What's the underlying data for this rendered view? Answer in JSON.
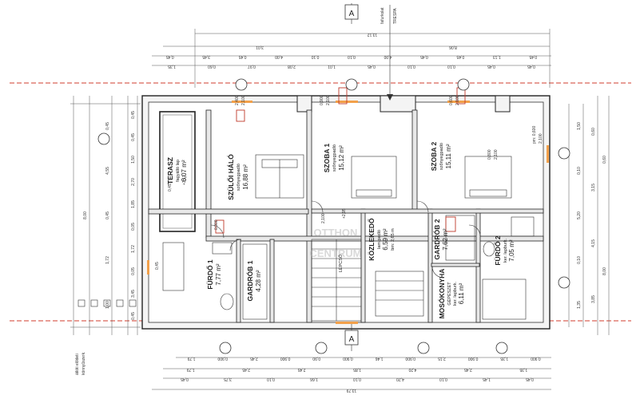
{
  "header": {
    "section_label": "A",
    "stair_label": "fafurkolat",
    "stair_label_2": "TRESPA"
  },
  "footer": {
    "note_1": "átlóti elődeti",
    "note_2": "könnyűszerk."
  },
  "watermark": {
    "line_1": "OTTHON",
    "line_2": "CENTRUM"
  },
  "rooms": [
    {
      "id": "terasz",
      "name": "TERASZ",
      "finish": "fagyálló lap",
      "area": "6,07 m²"
    },
    {
      "id": "szuloi",
      "name": "SZÜLŐI HÁLÓ",
      "finish": "szőnyegpadló",
      "area": "16,88 m²"
    },
    {
      "id": "szoba1",
      "name": "SZOBA 1",
      "finish": "szőnyegpadló",
      "area": "15,12 m²"
    },
    {
      "id": "szoba2",
      "name": "SZOBA 2",
      "finish": "szőnyegpadló",
      "area": "15,11 m²"
    },
    {
      "id": "furdo1",
      "name": "FÜRDŐ 1",
      "finish": "",
      "area": "7,77 m²"
    },
    {
      "id": "gardrob1",
      "name": "GARDRÓB 1",
      "finish": "",
      "area": "4,28 m²"
    },
    {
      "id": "lepcso",
      "name": "LÉPCSŐ",
      "finish": "",
      "area": ""
    },
    {
      "id": "kozlekedo",
      "name": "KÖZLEKEDŐ",
      "finish": "lam.padló",
      "area": "6,59 m²",
      "extra": "bm: 2,65 m"
    },
    {
      "id": "gardrob2",
      "name": "GARDRÓB 2",
      "finish": "",
      "area": "7,62 m²"
    },
    {
      "id": "mosokonyha",
      "name": "MOSÓKONYHA",
      "finish": "ker. lapburk.",
      "area": "6,11 m²",
      "extra": "GÉPÉSZET"
    },
    {
      "id": "furdo2",
      "name": "FÜRDŐ 2",
      "finish": "ker. lapburk.",
      "area": "7,05 m²"
    }
  ],
  "top_dimensions": {
    "row1": [
      "13,12"
    ],
    "row2": [
      "3,01",
      "8,06"
    ],
    "row3": [
      "0,45",
      "3,45",
      "0,45",
      "4,00",
      "0,10",
      "0,10",
      "4,00",
      "0,45",
      "0,45",
      "1,13",
      "0,45"
    ],
    "row4": [
      "1,35",
      "0,60",
      "0,97",
      "2,08",
      "1,01",
      "0,45",
      "0,10",
      "0,10",
      "0,45",
      "0,45"
    ]
  },
  "bottom_dimensions": {
    "row1": [
      "1,79",
      "0,900",
      "2,45",
      "0,900",
      "0,90",
      "0,900",
      "1,46",
      "0,900",
      "2,15",
      "0,900",
      "1,35",
      "0,900"
    ],
    "row2": [
      "1,79",
      "2,45",
      "2,45",
      "1,85",
      "4,20",
      "2,45",
      "1,35"
    ],
    "row3": [
      "0,45",
      "3,75",
      "0,10",
      "1,66",
      "0,10",
      "4,20",
      "0,10",
      "1,45",
      "0,45"
    ],
    "row4": [
      "13,79"
    ]
  },
  "left_dimensions": {
    "col1": [
      "0,45",
      "0,45",
      "1,50",
      "2,70",
      "1,85",
      "0,05",
      "1,72",
      "0,05",
      "3,45",
      "0,45"
    ],
    "col2": [
      "0,45",
      "4,55",
      "0,45",
      "1,72",
      "1,00"
    ],
    "col3": [
      "8,00"
    ]
  },
  "right_dimensions": {
    "col1": [
      "1,50",
      "0,10",
      "5,20",
      "0,10",
      "1,35"
    ],
    "col2": [
      "0,60",
      "3,15",
      "4,15",
      "3,85"
    ],
    "col3": [
      "0,60",
      "8,00"
    ]
  },
  "annotations": [
    "2,400",
    "2,100",
    "0,900",
    "2,100",
    "0,600",
    "2,100",
    "pm: 0,600",
    "2,100",
    "0,800",
    "2,100",
    "+3,13",
    "+2,95",
    "0,900",
    "2,100",
    "0,45",
    "0,45"
  ],
  "colors": {
    "line": "#222222",
    "accent_red": "#d23c2c",
    "opening_orange": "#f2a04a",
    "watermark": "#aaaaaa"
  }
}
